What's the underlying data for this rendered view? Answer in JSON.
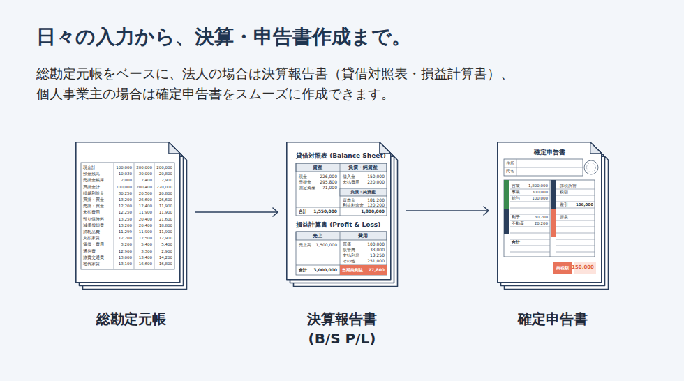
{
  "diagram": {
    "title": "日々の入力から、決算・申告書作成まで。",
    "nodes": [
      {
        "text": [
          "総勘定元帳"
        ]
      },
      {
        "text": [
          "決算報告書 (B/S P/L)"
        ]
      },
      {
        "text": [
          "確定申告書"
        ]
      }
    ],
    "edges": [
      {
        "from": 0,
        "to": 1,
        "arrow": "to"
      },
      {
        "from": 1,
        "to": 2,
        "arrow": "to"
      }
    ],
    "labels": [
      "総勘定元帳をベースに、法人の場合は決算報告書（貸借対照表・損益計算書）、",
      "個人事業主の場合は確定申告書をスムーズに作成できます。",
      "現金計",
      "100,000",
      "200,000",
      "200,000",
      "預金残高",
      "10,030",
      "30,000",
      "20,800",
      "売掛金帳簿",
      "2,000",
      "2,400",
      "2,900",
      "買掛金計",
      "100,000",
      "200,400",
      "220,000",
      "繰越利益金",
      "30,250",
      "20,500",
      "20,800",
      "買掛・買金",
      "13,200",
      "26,600",
      "26,600",
      "売掛・買金",
      "12,200",
      "12,400",
      "11,900",
      "未払費用",
      "12,250",
      "11,900",
      "11,900",
      "預り保険料",
      "13,250",
      "20,400",
      "21,600",
      "減価償却費",
      "13,200",
      "20,400",
      "18,800",
      "消耗品費",
      "11,299",
      "11,900",
      "11,900",
      "支払家賃",
      "12,200",
      "12,500",
      "12,900",
      "賃借・費用",
      "3,200",
      "5,400",
      "5,400",
      "通信費",
      "12,900",
      "3,300",
      "2,900",
      "旅費交通費",
      "13,000",
      "13,400",
      "14,200",
      "地代家賃",
      "13,100",
      "16,600",
      "16,800",
      "貸借対照表 (Balance Sheet)",
      "資産",
      "負債・純資産",
      "現金",
      "226,000",
      "売掛金",
      "295,800",
      "固定資産",
      "71,000",
      "借入金",
      "150,000",
      "未払費用",
      "220,000",
      "負債・純資産",
      "資本金",
      "181,200",
      "利益剰余金",
      "120,200",
      "合計",
      "1,550,000",
      "1,800,000",
      "損益計算書 (Profit & Loss)",
      "売上",
      "費用",
      "売上高",
      "1,500,000",
      "原価",
      "100,000",
      "販管費",
      "33,000",
      "支払利息",
      "13,250",
      "その他",
      "251,000",
      "合計",
      "3,000,000",
      "当期純利益",
      "77,800",
      "確定申告書",
      "住所",
      "氏名",
      "営業",
      "1,800,000",
      "事業",
      "300,000",
      "給与",
      "100,000",
      "利子",
      "30,200",
      "不動産",
      "20,200",
      "合計",
      "課税所得",
      "税額",
      "差引",
      "106,000",
      "源泉",
      "納税額",
      "150,000"
    ]
  }
}
